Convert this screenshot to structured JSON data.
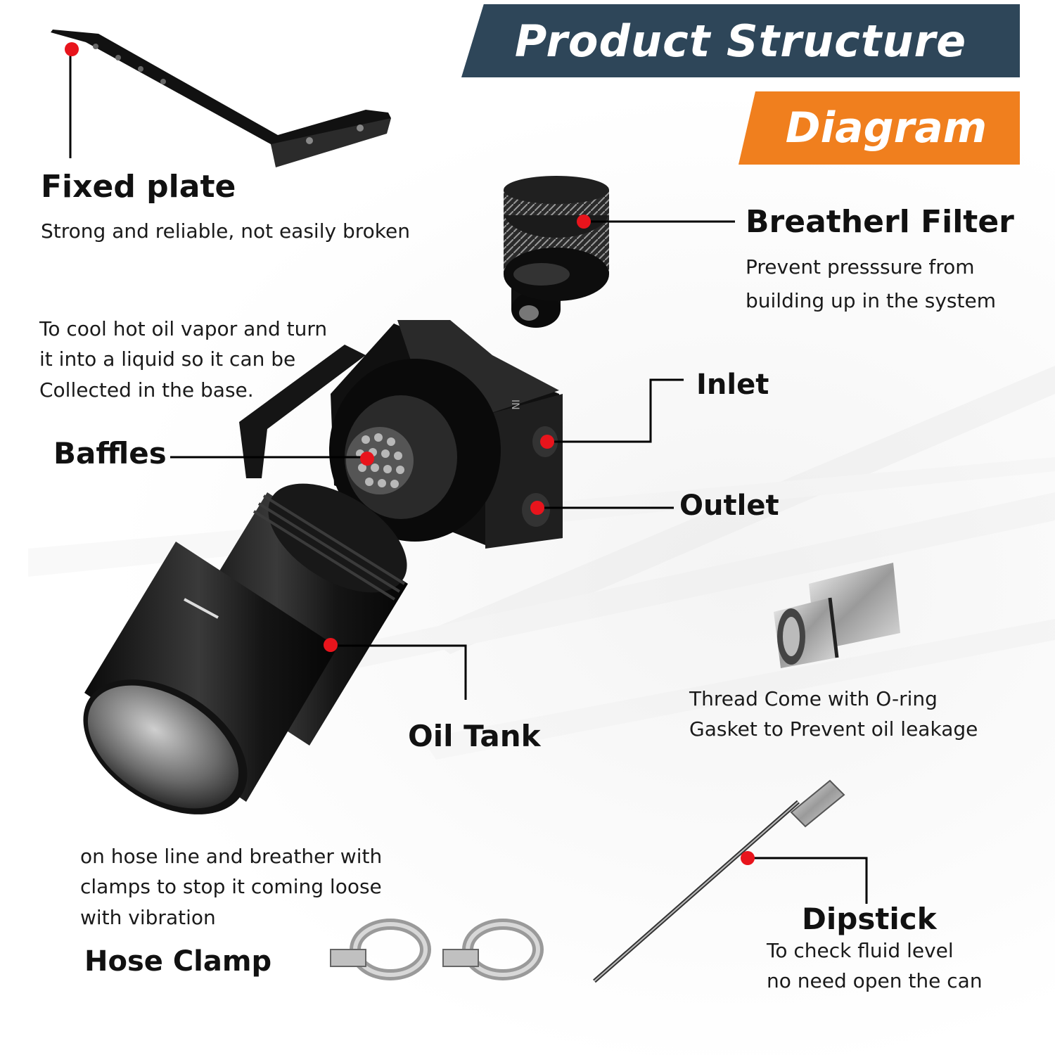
{
  "header": {
    "title": "Product Structure",
    "subtitle": "Diagram"
  },
  "colors": {
    "banner_dark": "#2e4659",
    "banner_orange": "#f07f1e",
    "marker_dot": "#e8141c"
  },
  "parts": {
    "fixed_plate": {
      "label": "Fixed plate",
      "desc": "Strong and reliable, not easily broken"
    },
    "breather_filter": {
      "label": "Breatherl Filter",
      "desc": "Prevent presssure from\nbuilding up in the system"
    },
    "baffles": {
      "label": "Baffles",
      "desc": "To cool hot oil vapor and turn\nit into a liquid so it can be\nCollected in the base."
    },
    "inlet": {
      "label": "Inlet"
    },
    "outlet": {
      "label": "Outlet"
    },
    "oil_tank": {
      "label": "Oil Tank"
    },
    "fitting": {
      "desc": "Thread Come with O-ring\nGasket to Prevent oil leakage"
    },
    "hose_clamp": {
      "label": "Hose Clamp",
      "desc": "on hose line and breather with\nclamps to stop it coming loose\nwith vibration"
    },
    "dipstick": {
      "label": "Dipstick",
      "desc": "To check fluid level\nno need open the can"
    }
  },
  "etched_text": "IN"
}
